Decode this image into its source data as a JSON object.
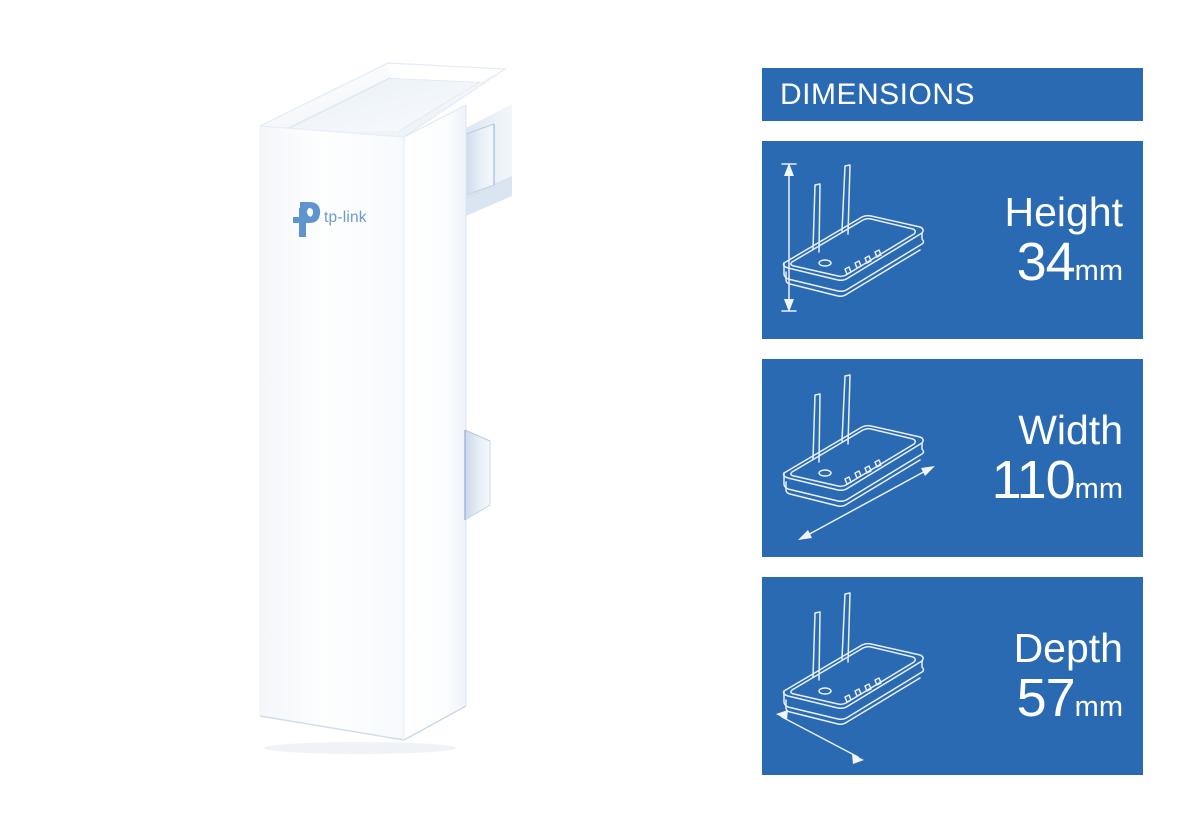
{
  "theme": {
    "brand_blue": "#2a6ab2",
    "card_text_color": "#ffffff",
    "page_background": "#ffffff",
    "logo_blue": "#5f95cf",
    "line_art_color": "#e8eef7"
  },
  "product": {
    "name": "tp-link outdoor CPE unit",
    "brand_logo_text": "tp-link",
    "body_color": "#fdfdfe",
    "shadow_color": "#ccd9ea"
  },
  "panel": {
    "header": {
      "title": "DIMENSIONS"
    },
    "cards": [
      {
        "id": "height",
        "label": "Height",
        "value": "34",
        "unit": "mm",
        "arrow": "vertical-double-arrow",
        "icon": "router-line-art"
      },
      {
        "id": "width",
        "label": "Width",
        "value": "110",
        "unit": "mm",
        "arrow": "diagonal-width-double-arrow",
        "icon": "router-line-art"
      },
      {
        "id": "depth",
        "label": "Depth",
        "value": "57",
        "unit": "mm",
        "arrow": "diagonal-depth-double-arrow",
        "icon": "router-line-art"
      }
    ]
  }
}
